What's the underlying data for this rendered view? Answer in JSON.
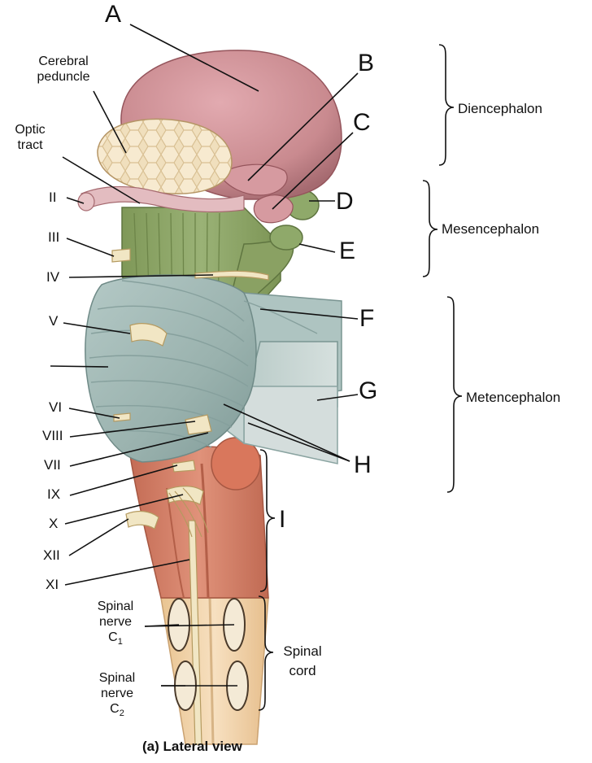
{
  "figure": {
    "caption": "(a) Lateral view",
    "letters": {
      "A": "A",
      "B": "B",
      "C": "C",
      "D": "D",
      "E": "E",
      "F": "F",
      "G": "G",
      "H": "H",
      "I": "I"
    },
    "structures": {
      "cerebral_peduncle_1": "Cerebral",
      "cerebral_peduncle_2": "peduncle",
      "optic_tract_1": "Optic",
      "optic_tract_2": "tract",
      "spinal_nerve_c1_1": "Spinal",
      "spinal_nerve_c1_2": "nerve",
      "spinal_nerve_c1_3": "C",
      "spinal_nerve_c1_sub": "1",
      "spinal_nerve_c2_1": "Spinal",
      "spinal_nerve_c2_2": "nerve",
      "spinal_nerve_c2_3": "C",
      "spinal_nerve_c2_sub": "2"
    },
    "cranial_nerves": {
      "II": "II",
      "III": "III",
      "IV": "IV",
      "V": "V",
      "VI": "VI",
      "VIII": "VIII",
      "VII": "VII",
      "IX": "IX",
      "X": "X",
      "XII": "XII",
      "XI": "XI"
    },
    "regions": {
      "diencephalon": "Diencephalon",
      "mesencephalon": "Mesencephalon",
      "metencephalon": "Metencephalon",
      "spinal_cord_1": "Spinal",
      "spinal_cord_2": "cord"
    },
    "colors": {
      "diencephalon": "#c98a8f",
      "mesencephalon": "#8fa56a",
      "pons_cerebellum": "#9db5b3",
      "medulla": "#d9876a",
      "spinal_cord": "#f1d3a9",
      "peduncle": "#ead7b0"
    }
  }
}
